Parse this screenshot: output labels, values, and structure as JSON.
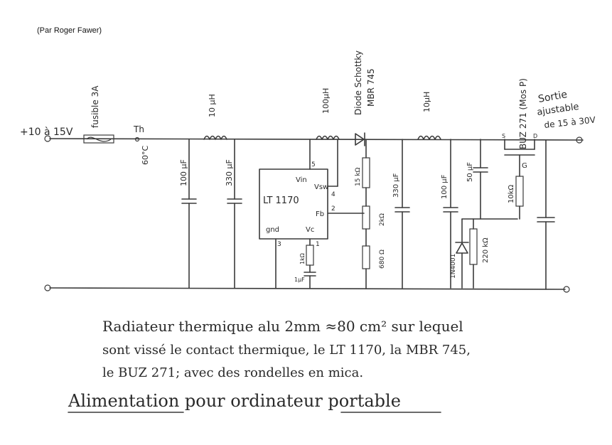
{
  "credit": "(Par Roger Fawer)",
  "input_label": "+10 à 15V",
  "fuse_label": "fusible 3A",
  "thermal_label": "Th",
  "thermal_temp": "60°C",
  "inductor1_label": "10 µH",
  "cap1_label": "100 µF",
  "cap2_label": "330 µF",
  "inductor2_label": "100µH",
  "diode_label_1": "Diode Schottky",
  "diode_label_2": "MBR 745",
  "inductor3_label": "10µH",
  "mosfet_label": "BUZ 271 (Mos P)",
  "output_label_1": "Sortie",
  "output_label_2": "ajustable",
  "output_label_3": "de 15 à 30V",
  "ic_name": "LT 1170",
  "ic_vin": "Vin",
  "ic_vsw": "Vsw",
  "ic_fb": "Fb",
  "ic_gnd": "gnd",
  "ic_vc": "Vc",
  "pin5": "5",
  "pin4": "4",
  "pin2": "2",
  "pin3": "3",
  "pin1": "1",
  "r_comp": "1kΩ",
  "c_comp": "1µF",
  "r1": "15 kΩ",
  "pot": "2kΩ",
  "r2": "680 Ω",
  "cap3": "330 µF",
  "cap4": "100 µF",
  "cap5": "50 µF",
  "zener": "1N4001",
  "r_gate": "10kΩ",
  "r_220": "220 kΩ",
  "gate_pin": "G",
  "source_pin": "S",
  "drain_pin": "D",
  "note_line1": "Radiateur thermique alu 2mm ≈80 cm² sur lequel",
  "note_line2": "sont vissé le contact thermique, le LT 1170, la MBR 745,",
  "note_line3": "le BUZ 271; avec des rondelles en mica.",
  "title": "Alimentation pour ordinateur portable"
}
